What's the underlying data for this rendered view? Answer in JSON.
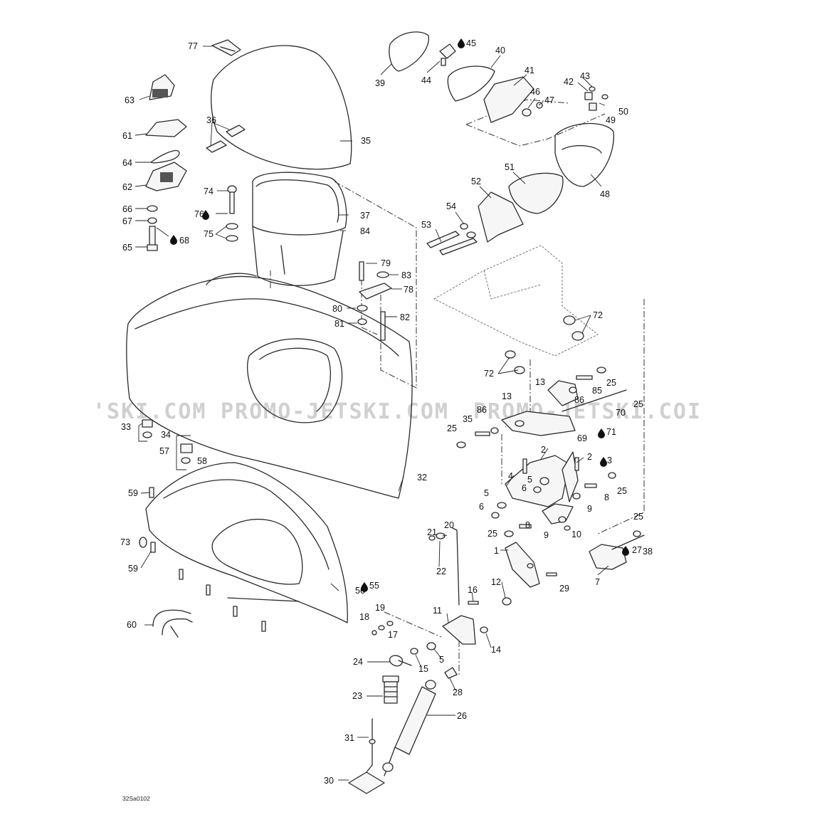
{
  "watermark": {
    "segments": [
      "'SKI.COM",
      "PROMO-JETSKI.COM",
      "PROMO-JETSKI.COI"
    ]
  },
  "drawing_code": "32Sa0102",
  "callouts": [
    {
      "id": "77",
      "text": "77"
    },
    {
      "id": "63",
      "text": "63"
    },
    {
      "id": "61",
      "text": "61"
    },
    {
      "id": "64",
      "text": "64"
    },
    {
      "id": "62",
      "text": "62"
    },
    {
      "id": "66",
      "text": "66"
    },
    {
      "id": "67",
      "text": "67"
    },
    {
      "id": "65",
      "text": "65"
    },
    {
      "id": "68",
      "text": "68"
    },
    {
      "id": "36",
      "text": "36"
    },
    {
      "id": "35",
      "text": "35"
    },
    {
      "id": "74",
      "text": "74"
    },
    {
      "id": "76",
      "text": "76"
    },
    {
      "id": "75",
      "text": "75"
    },
    {
      "id": "37",
      "text": "37"
    },
    {
      "id": "84",
      "text": "84"
    },
    {
      "id": "79",
      "text": "79"
    },
    {
      "id": "83",
      "text": "83"
    },
    {
      "id": "78",
      "text": "78"
    },
    {
      "id": "80",
      "text": "80"
    },
    {
      "id": "81",
      "text": "81"
    },
    {
      "id": "82",
      "text": "82"
    },
    {
      "id": "39",
      "text": "39"
    },
    {
      "id": "44",
      "text": "44"
    },
    {
      "id": "45",
      "text": "45"
    },
    {
      "id": "40",
      "text": "40"
    },
    {
      "id": "41",
      "text": "41"
    },
    {
      "id": "42",
      "text": "42"
    },
    {
      "id": "43",
      "text": "43"
    },
    {
      "id": "46",
      "text": "46"
    },
    {
      "id": "47",
      "text": "47"
    },
    {
      "id": "50",
      "text": "50"
    },
    {
      "id": "49",
      "text": "49"
    },
    {
      "id": "48",
      "text": "48"
    },
    {
      "id": "51",
      "text": "51"
    },
    {
      "id": "52",
      "text": "52"
    },
    {
      "id": "54",
      "text": "54"
    },
    {
      "id": "53",
      "text": "53"
    },
    {
      "id": "72a",
      "text": "72"
    },
    {
      "id": "72b",
      "text": "72"
    },
    {
      "id": "13a",
      "text": "13"
    },
    {
      "id": "13b",
      "text": "13"
    },
    {
      "id": "86a",
      "text": "86"
    },
    {
      "id": "85",
      "text": "85"
    },
    {
      "id": "25a",
      "text": "25"
    },
    {
      "id": "25b",
      "text": "25"
    },
    {
      "id": "70",
      "text": "70"
    },
    {
      "id": "86b",
      "text": "86"
    },
    {
      "id": "35b",
      "text": "35"
    },
    {
      "id": "25c",
      "text": "25"
    },
    {
      "id": "69",
      "text": "69"
    },
    {
      "id": "71",
      "text": "71"
    },
    {
      "id": "33",
      "text": "33"
    },
    {
      "id": "34",
      "text": "34"
    },
    {
      "id": "57",
      "text": "57"
    },
    {
      "id": "58",
      "text": "58"
    },
    {
      "id": "32",
      "text": "32"
    },
    {
      "id": "2a",
      "text": "2"
    },
    {
      "id": "2b",
      "text": "2"
    },
    {
      "id": "3",
      "text": "3"
    },
    {
      "id": "4",
      "text": "4"
    },
    {
      "id": "5a",
      "text": "5"
    },
    {
      "id": "6a",
      "text": "6"
    },
    {
      "id": "5b",
      "text": "5"
    },
    {
      "id": "6b",
      "text": "6"
    },
    {
      "id": "8a",
      "text": "8"
    },
    {
      "id": "25d",
      "text": "25"
    },
    {
      "id": "9a",
      "text": "9"
    },
    {
      "id": "9b",
      "text": "9"
    },
    {
      "id": "8b",
      "text": "8"
    },
    {
      "id": "10",
      "text": "10"
    },
    {
      "id": "25e",
      "text": "25"
    },
    {
      "id": "25f",
      "text": "25"
    },
    {
      "id": "38",
      "text": "38"
    },
    {
      "id": "59a",
      "text": "59"
    },
    {
      "id": "73",
      "text": "73"
    },
    {
      "id": "59b",
      "text": "59"
    },
    {
      "id": "56",
      "text": "56"
    },
    {
      "id": "55",
      "text": "55"
    },
    {
      "id": "60",
      "text": "60"
    },
    {
      "id": "21",
      "text": "21"
    },
    {
      "id": "20",
      "text": "20"
    },
    {
      "id": "22",
      "text": "22"
    },
    {
      "id": "1",
      "text": "1"
    },
    {
      "id": "7",
      "text": "7"
    },
    {
      "id": "27",
      "text": "27"
    },
    {
      "id": "29",
      "text": "29"
    },
    {
      "id": "12",
      "text": "12"
    },
    {
      "id": "16",
      "text": "16"
    },
    {
      "id": "19",
      "text": "19"
    },
    {
      "id": "18",
      "text": "18"
    },
    {
      "id": "17",
      "text": "17"
    },
    {
      "id": "11",
      "text": "11"
    },
    {
      "id": "14",
      "text": "14"
    },
    {
      "id": "24",
      "text": "24"
    },
    {
      "id": "15",
      "text": "15"
    },
    {
      "id": "5c",
      "text": "5"
    },
    {
      "id": "28",
      "text": "28"
    },
    {
      "id": "23",
      "text": "23"
    },
    {
      "id": "26",
      "text": "26"
    },
    {
      "id": "31",
      "text": "31"
    },
    {
      "id": "30",
      "text": "30"
    }
  ],
  "icons": {
    "sealant_drop": "oil-drop-icon"
  }
}
